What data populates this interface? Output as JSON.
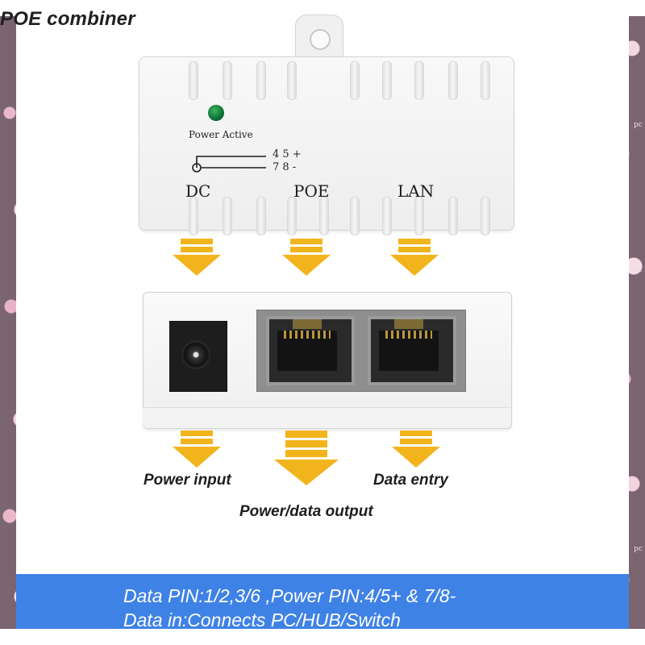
{
  "title": "POE combiner",
  "device": {
    "indicator_label": "Power Active",
    "pin_upper": "4 5 +",
    "pin_lower": "7 8 -",
    "port_labels": [
      "DC",
      "POE",
      "LAN"
    ]
  },
  "captions": {
    "power_input": "Power input",
    "data_entry": "Data entry",
    "power_data_output": "Power/data output"
  },
  "footer": {
    "line1": "Data PIN:1/2,3/6 ,Power PIN:4/5+ & 7/8-",
    "line2": "Data in:Connects PC/HUB/Switch"
  },
  "watermark": "pc",
  "colors": {
    "banner": "#3f82e6",
    "arrow": "#f2b41d",
    "led": "#0c6a31"
  }
}
